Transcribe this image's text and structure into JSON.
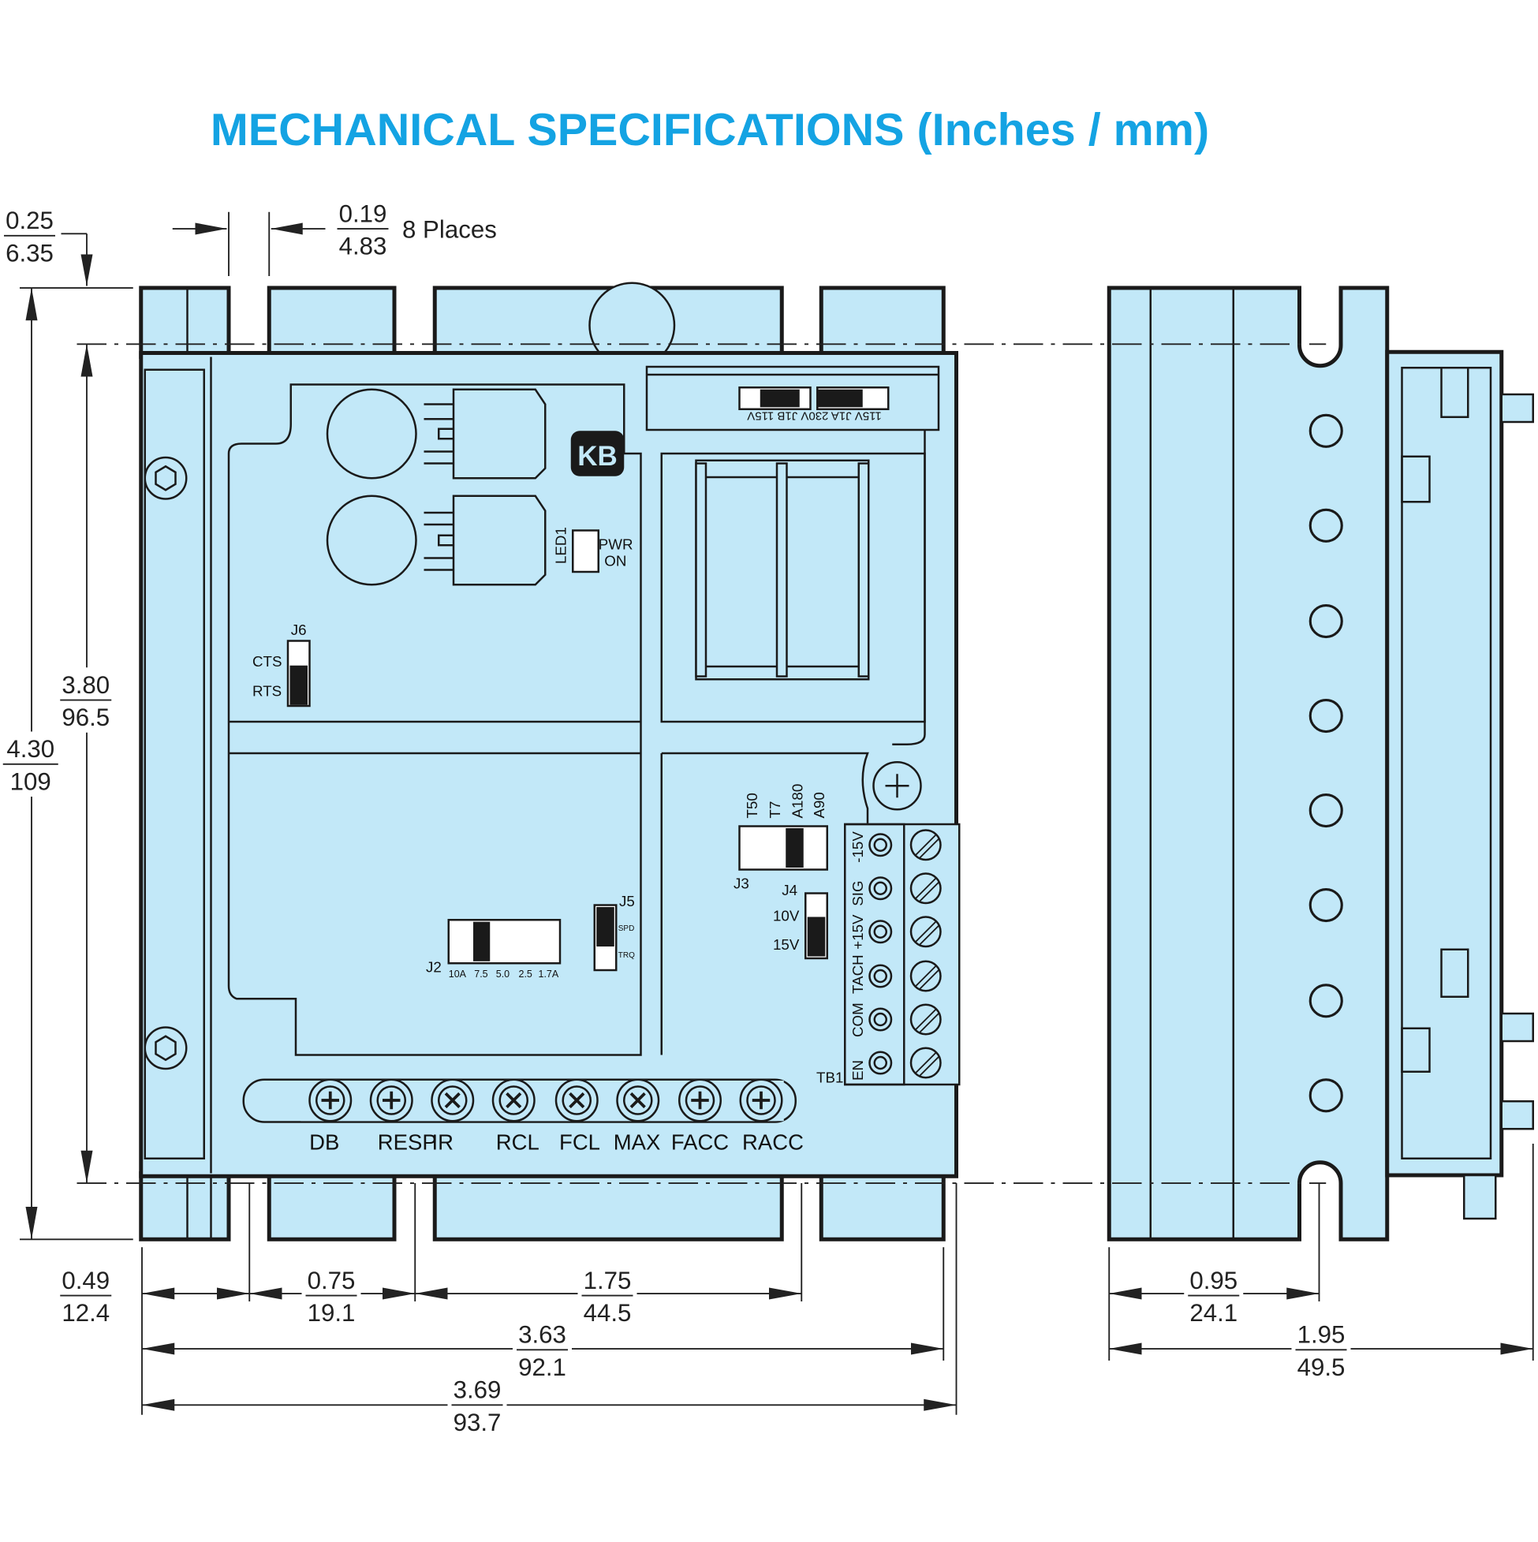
{
  "title": "MECHANICAL SPECIFICATIONS (Inches / mm)",
  "colors": {
    "title": "#14a3e3",
    "body": "#c2e8f8",
    "line": "#1a1a1a"
  },
  "dimensions": {
    "slot_offset": {
      "in": "0.25",
      "mm": "6.35"
    },
    "slot_width": {
      "in": "0.19",
      "mm": "4.83",
      "note": "8 Places"
    },
    "mount_height": {
      "in": "3.80",
      "mm": "96.5"
    },
    "overall_height": {
      "in": "4.30",
      "mm": "109"
    },
    "edge_to_slot": {
      "in": "0.49",
      "mm": "12.4"
    },
    "slot_spacing_a": {
      "in": "0.75",
      "mm": "19.1"
    },
    "slot_spacing_b": {
      "in": "1.75",
      "mm": "44.5"
    },
    "mount_width": {
      "in": "3.63",
      "mm": "92.1"
    },
    "overall_width": {
      "in": "3.69",
      "mm": "93.7"
    },
    "side_slot": {
      "in": "0.95",
      "mm": "24.1"
    },
    "depth": {
      "in": "1.95",
      "mm": "49.5"
    }
  },
  "board": {
    "logo": "KB",
    "led": {
      "ref": "LED1",
      "label1": "PWR",
      "label2": "ON"
    },
    "j1_label": "115V J1A 230V J1B 115V",
    "j6": {
      "ref": "J6",
      "top": "CTS",
      "bottom": "RTS"
    },
    "j2": {
      "ref": "J2",
      "options": [
        "10A",
        "7.5",
        "5.0",
        "2.5",
        "1.7A"
      ]
    },
    "j5": {
      "ref": "J5",
      "top": "SPD",
      "bottom": "TRQ"
    },
    "j3": {
      "ref": "J3",
      "options": [
        "T50",
        "T7",
        "A180",
        "A90"
      ]
    },
    "j4": {
      "ref": "J4",
      "top": "10V",
      "bottom": "15V"
    },
    "tb1": {
      "ref": "TB1",
      "terminals": [
        "-15V",
        "SIG",
        "+15V",
        "TACH",
        "COM",
        "EN"
      ]
    },
    "pots": [
      "DB",
      "RESP",
      "IR",
      "RCL",
      "FCL",
      "MAX",
      "FACC",
      "RACC"
    ]
  }
}
